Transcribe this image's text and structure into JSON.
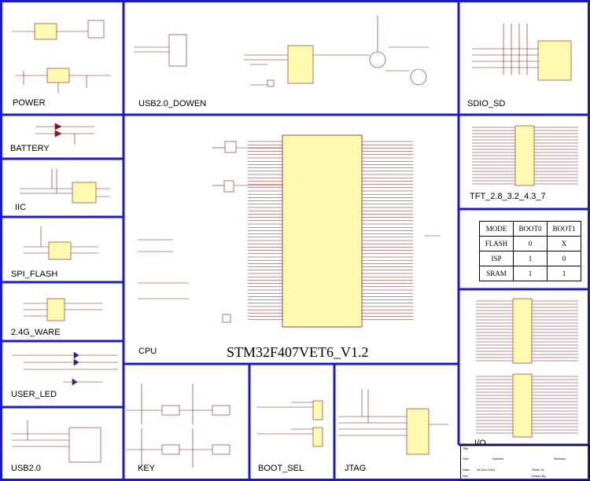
{
  "sections": {
    "power": "POWER",
    "usb_down": "USB2.0_DOWEN",
    "sdio": "SDIO_SD",
    "battery": "BATTERY",
    "iic": "IIC",
    "spi_flash": "SPI_FLASH",
    "wireless": "2.4G_WARE",
    "user_led": "USER_LED",
    "usb2": "USB2.0",
    "cpu": "CPU",
    "tft": "TFT_2.8_3.2_4.3_7",
    "io": "I/O",
    "key": "KEY",
    "boot_sel": "BOOT_SEL",
    "jtag": "JTAG"
  },
  "mcu_title": "STM32F407VET6_V1.2",
  "boot_table": {
    "headers": [
      "MODE",
      "BOOT0",
      "BOOT1"
    ],
    "rows": [
      [
        "FLASH",
        "0",
        "X"
      ],
      [
        "ISP",
        "1",
        "0"
      ],
      [
        "SRAM",
        "1",
        "1"
      ]
    ]
  },
  "title_block": {
    "title": "Title",
    "size": "Size",
    "number": "Number",
    "revision": "Revision",
    "date": "Date:",
    "date_value": "16-Dec-2014",
    "file": "File:",
    "sheet": "Sheet of",
    "drawn_by": "Drawn By:"
  },
  "colors": {
    "border": "#1a1acc",
    "wire": "#7a1a1a",
    "component": "#8b1a1a",
    "fill": "#fffab0"
  }
}
